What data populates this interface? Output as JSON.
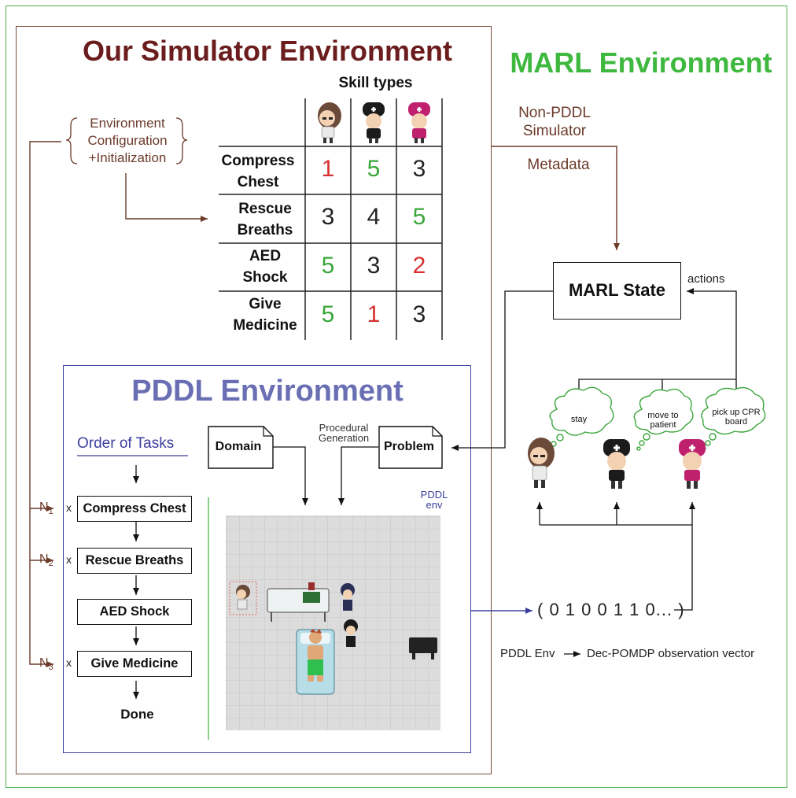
{
  "titles": {
    "simulator": "Our Simulator Environment",
    "marl": "MARL Environment",
    "pddl": "PDDL Environment"
  },
  "skill_table": {
    "header": "Skill types",
    "agents": [
      "agent-brown-hair",
      "agent-black-hat",
      "agent-magenta-hat"
    ],
    "rows": [
      {
        "label_lines": [
          "Compress",
          "Chest"
        ],
        "values": [
          "1",
          "5",
          "3"
        ],
        "colors": [
          "red",
          "green",
          "black"
        ]
      },
      {
        "label_lines": [
          "Rescue",
          "Breaths"
        ],
        "values": [
          "3",
          "4",
          "5"
        ],
        "colors": [
          "black",
          "black",
          "green"
        ]
      },
      {
        "label_lines": [
          "AED",
          "Shock"
        ],
        "values": [
          "5",
          "3",
          "2"
        ],
        "colors": [
          "green",
          "black",
          "red"
        ]
      },
      {
        "label_lines": [
          "Give",
          "Medicine"
        ],
        "values": [
          "5",
          "1",
          "3"
        ],
        "colors": [
          "green",
          "red",
          "black"
        ]
      }
    ]
  },
  "config": {
    "line1": "Environment",
    "line2": "Configuration",
    "line3": "+Initialization"
  },
  "marl": {
    "non_pddl_line1": "Non-PDDL",
    "non_pddl_line2": "Simulator",
    "metadata": "Metadata",
    "state": "MARL State",
    "actions": "actions",
    "thoughts": [
      "stay",
      "move to patient",
      "pick up CPR board"
    ],
    "observation": "( 0 1 0 0 1 1 0... )",
    "legend_left": "PDDL Env",
    "legend_right": "Dec-POMDP observation vector"
  },
  "pddl": {
    "order_of_tasks": "Order of Tasks",
    "domain": "Domain",
    "problem": "Problem",
    "procedural_line1": "Procedural",
    "procedural_line2": "Generation",
    "env_label_line1": "PDDL",
    "env_label_line2": "env",
    "tasks": [
      "Compress Chest",
      "Rescue Breaths",
      "AED Shock",
      "Give Medicine"
    ],
    "done": "Done",
    "multipliers": [
      "x",
      "x",
      "x"
    ],
    "n_labels": [
      "N",
      "N",
      "N"
    ],
    "n_subscripts": [
      "1",
      "2",
      "3"
    ]
  },
  "colors": {
    "simulator_border": "#7b4a3a",
    "simulator_title": "#6b1d1d",
    "marl": "#3fb83f",
    "pddl_border": "#3c3f9e",
    "pddl_title": "#6a6fb4",
    "score_high": "#3aa63a",
    "score_low": "#d63030"
  }
}
